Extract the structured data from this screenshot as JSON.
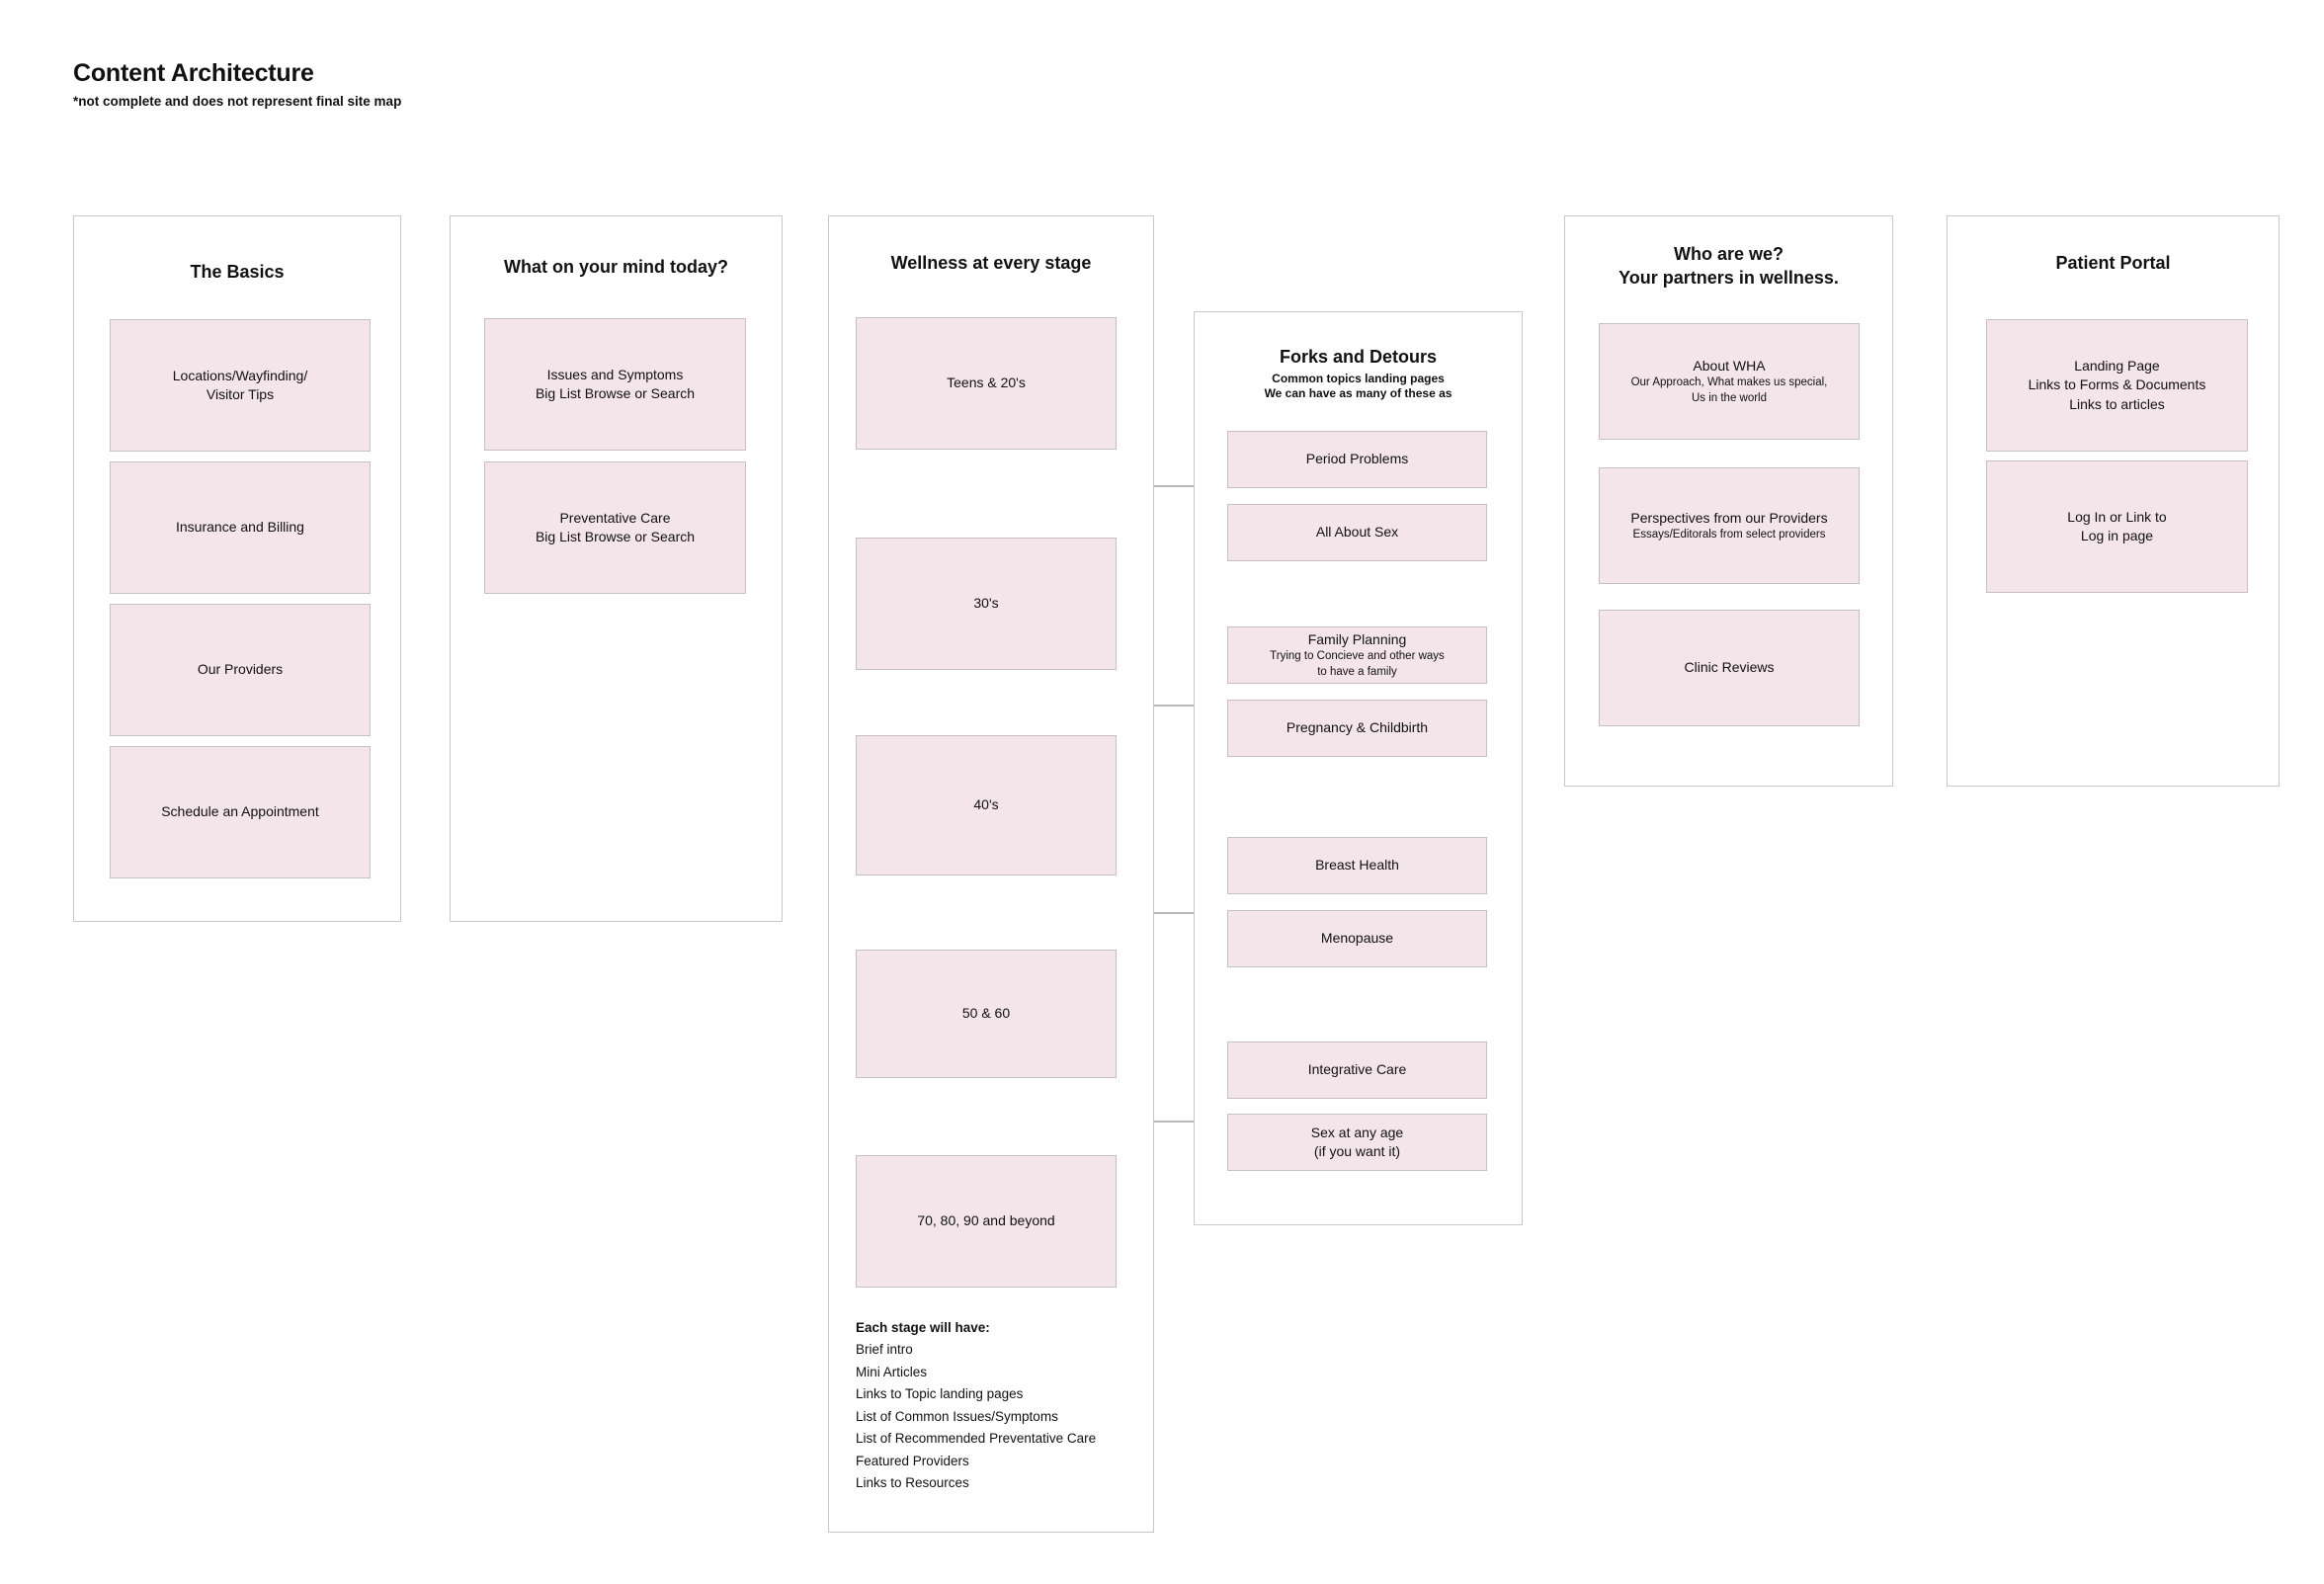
{
  "header": {
    "title": "Content Architecture",
    "subtitle": "*not complete and does not represent final site map"
  },
  "colors": {
    "node_fill": "#f3e5e9",
    "node_border": "#c8bfc2",
    "panel_border": "#c9c9c9",
    "connector": "#8f8f8f",
    "text": "#111111",
    "background": "#ffffff"
  },
  "panels": {
    "basics": {
      "title": "The Basics",
      "nodes": [
        {
          "label": "Locations/Wayfinding/\nVisitor Tips"
        },
        {
          "label": "Insurance and Billing"
        },
        {
          "label": "Our Providers"
        },
        {
          "label": "Schedule an Appointment"
        }
      ]
    },
    "mind": {
      "title": "What on your mind today?",
      "nodes": [
        {
          "label": "Issues and Symptoms\nBig List Browse or Search"
        },
        {
          "label": "Preventative Care\nBig List Browse or Search"
        }
      ]
    },
    "wellness": {
      "title": "Wellness at every stage",
      "stages": [
        {
          "label": "Teens  & 20's"
        },
        {
          "label": "30's"
        },
        {
          "label": "40's"
        },
        {
          "label": "50 & 60"
        },
        {
          "label": "70, 80, 90 and beyond"
        }
      ],
      "notes": {
        "title": "Each stage will have:",
        "items": [
          "Brief intro",
          "Mini Articles",
          "Links to Topic landing pages",
          "List of Common Issues/Symptoms",
          "List of Recommended Preventative Care",
          "Featured Providers",
          "Links to Resources"
        ]
      }
    },
    "forks": {
      "title": "Forks and Detours",
      "subtitle": "Common topics landing pages\nWe can have as many of these as",
      "nodes": [
        {
          "label": "Period Problems",
          "sub": ""
        },
        {
          "label": "All About Sex",
          "sub": ""
        },
        {
          "label": "Family Planning",
          "sub": "Trying to Concieve and other ways\nto have a family"
        },
        {
          "label": "Pregnancy & Childbirth",
          "sub": ""
        },
        {
          "label": "Breast Health",
          "sub": ""
        },
        {
          "label": "Menopause",
          "sub": ""
        },
        {
          "label": "Integrative Care",
          "sub": ""
        },
        {
          "label": "Sex at any age\n(if you want it)",
          "sub": ""
        }
      ]
    },
    "who": {
      "title": "Who are we?\nYour partners in wellness.",
      "nodes": [
        {
          "label": "About WHA",
          "sub": "Our Approach, What makes us special,\nUs in the world"
        },
        {
          "label": "Perspectives from our Providers",
          "sub": "Essays/Editorals from select providers"
        },
        {
          "label": "Clinic Reviews",
          "sub": ""
        }
      ]
    },
    "portal": {
      "title": "Patient Portal",
      "nodes": [
        {
          "label": "Landing Page\nLinks to Forms & Documents\nLinks to articles"
        },
        {
          "label": "Log In or Link to\nLog in page"
        }
      ]
    }
  }
}
